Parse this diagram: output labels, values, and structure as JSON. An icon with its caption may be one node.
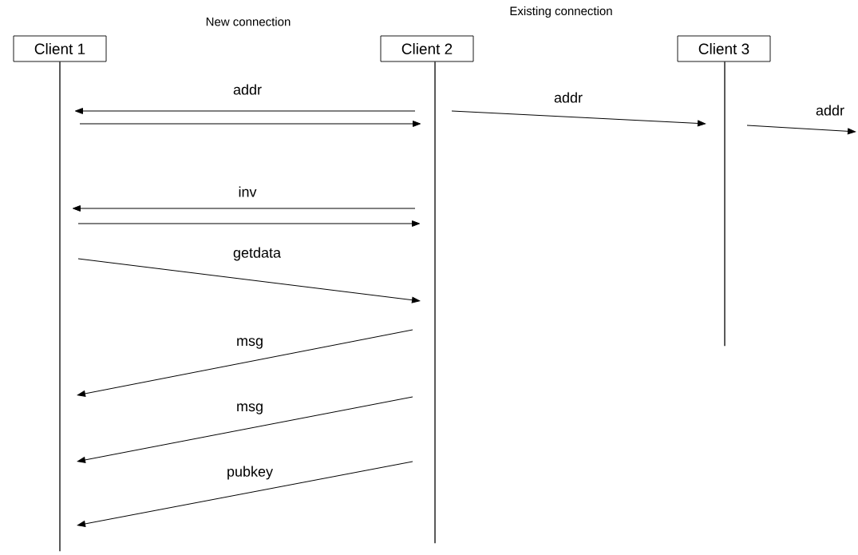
{
  "diagram": {
    "nodes": [
      {
        "text": [
          "Client 1"
        ]
      },
      {
        "text": [
          "Client 2"
        ]
      },
      {
        "text": [
          "Client 3"
        ]
      },
      {
        "text": [],
        "shape": "bar"
      },
      {
        "text": [],
        "shape": "bar"
      },
      {
        "text": [],
        "shape": "bar"
      }
    ],
    "edges": [
      {
        "from": 4,
        "to": 3,
        "arrow": "to",
        "label": "addr"
      },
      {
        "from": 3,
        "to": 4,
        "arrow": "to"
      },
      {
        "from": 4,
        "to": 5,
        "arrow": "to",
        "label": "addr"
      },
      {
        "from": 5,
        "to": null,
        "arrow": "to",
        "label": "addr"
      },
      {
        "from": 4,
        "to": 3,
        "arrow": "to",
        "label": "inv"
      },
      {
        "from": 3,
        "to": 4,
        "arrow": "to"
      },
      {
        "from": 3,
        "to": 4,
        "arrow": "to",
        "label": "getdata"
      },
      {
        "from": 4,
        "to": 3,
        "arrow": "to",
        "label": "msg"
      },
      {
        "from": 4,
        "to": 3,
        "arrow": "to",
        "label": "msg"
      },
      {
        "from": 4,
        "to": 3,
        "arrow": "to",
        "label": "pubkey"
      }
    ],
    "labels": [
      "New connection",
      "Existing connection"
    ]
  }
}
